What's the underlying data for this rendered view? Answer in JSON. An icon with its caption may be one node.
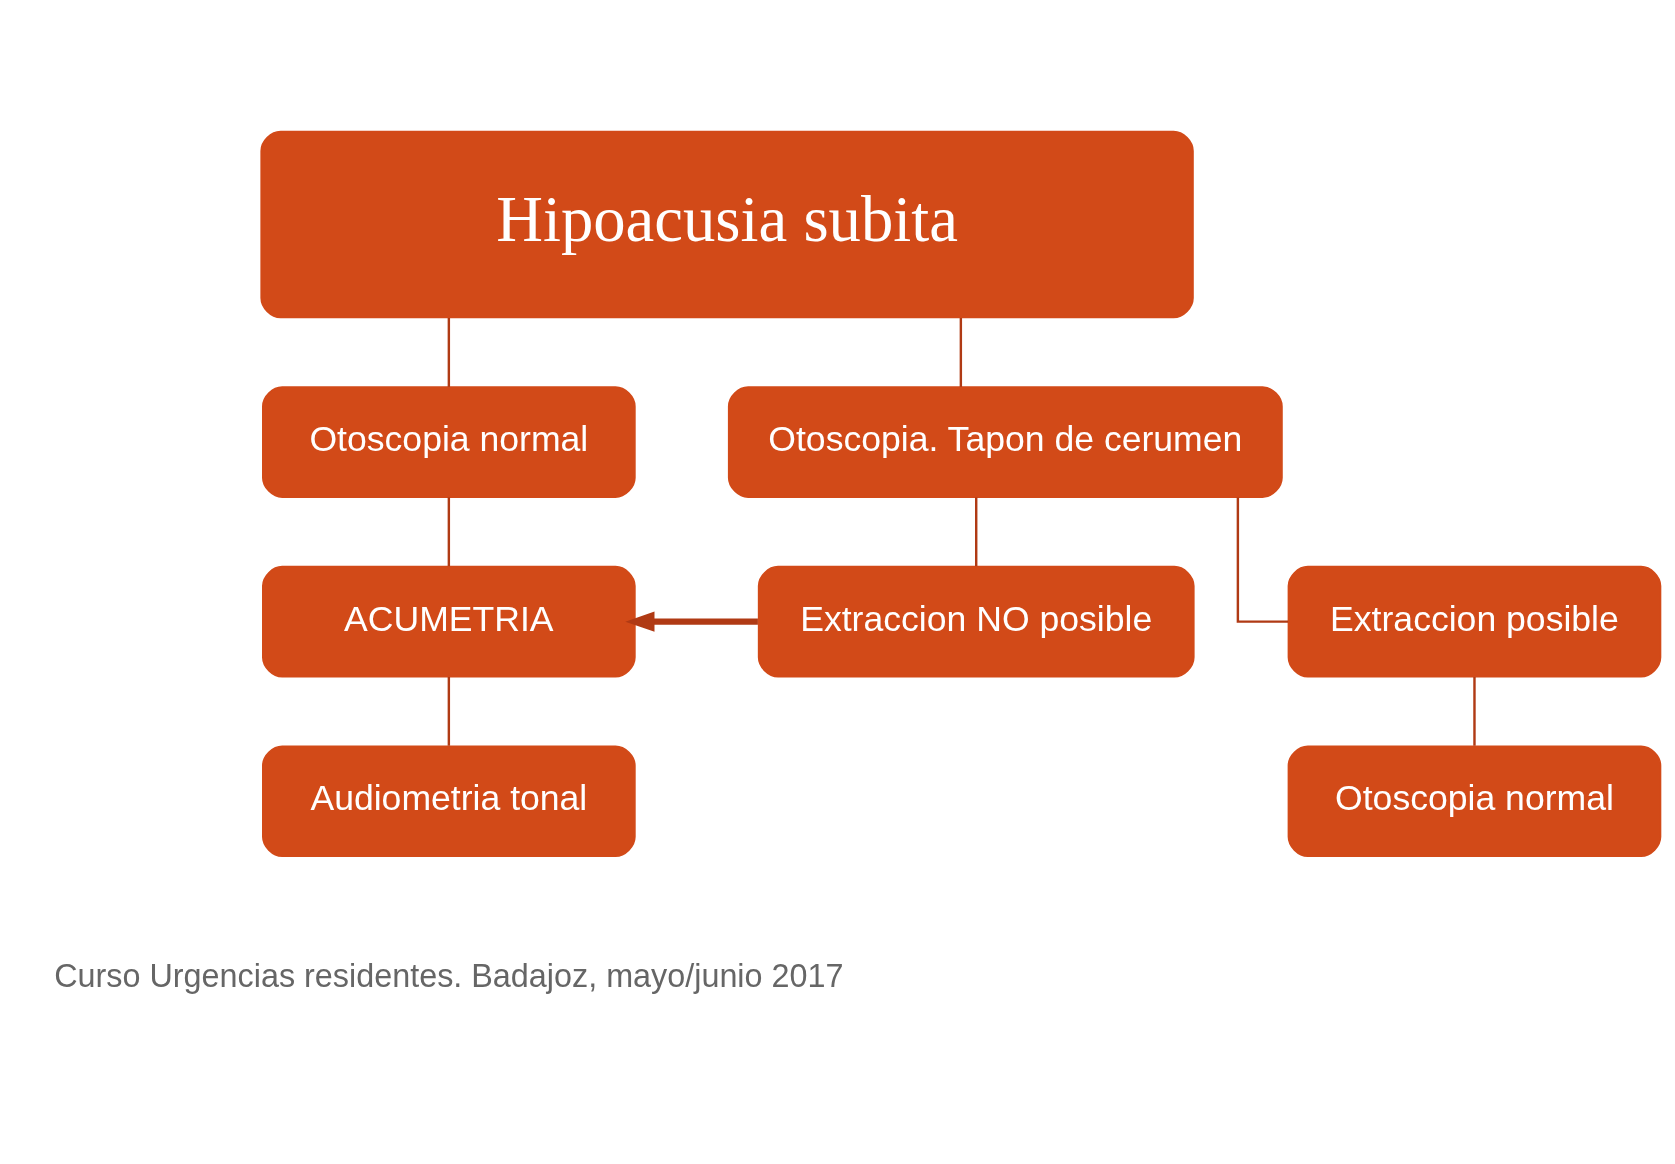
{
  "diagram": {
    "nodes": [
      {
        "text": [
          "Hipoacusia subita"
        ]
      },
      {
        "text": [
          "Otoscopia normal"
        ]
      },
      {
        "text": [
          "Otoscopia. Tapon de cerumen"
        ]
      },
      {
        "text": [
          "ACUMETRIA"
        ]
      },
      {
        "text": [
          "Extraccion NO posible"
        ]
      },
      {
        "text": [
          "Extraccion posible"
        ]
      },
      {
        "text": [
          "Audiometria tonal"
        ]
      },
      {
        "text": [
          "Otoscopia normal"
        ]
      }
    ],
    "edges": [
      {
        "from": 0,
        "to": 1,
        "arrow": "none"
      },
      {
        "from": 0,
        "to": 2,
        "arrow": "none"
      },
      {
        "from": 1,
        "to": 3,
        "arrow": "none"
      },
      {
        "from": 2,
        "to": 4,
        "arrow": "none"
      },
      {
        "from": 2,
        "to": 5,
        "arrow": "none"
      },
      {
        "from": 4,
        "to": 3,
        "arrow": "to",
        "style": "thick"
      },
      {
        "from": 3,
        "to": 6,
        "arrow": "none"
      },
      {
        "from": 5,
        "to": 7,
        "arrow": "none"
      }
    ],
    "labels": [
      "Curso Urgencias residentes. Badajoz, mayo/junio 2017"
    ]
  }
}
